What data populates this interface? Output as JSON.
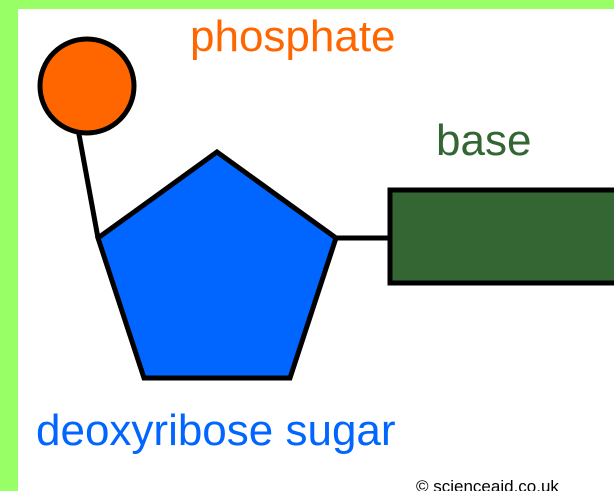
{
  "labels": {
    "phosphate": "phosphate",
    "base": "base",
    "sugar": "deoxyribose sugar"
  },
  "credit": "© scienceaid.co.uk",
  "colors": {
    "border": "#99ff66",
    "phosphate_fill": "#ff6600",
    "phosphate_label": "#ff6600",
    "sugar_fill": "#0066ff",
    "sugar_label": "#0066ff",
    "base_fill": "#336633",
    "base_label": "#336633",
    "outline": "#000000"
  }
}
